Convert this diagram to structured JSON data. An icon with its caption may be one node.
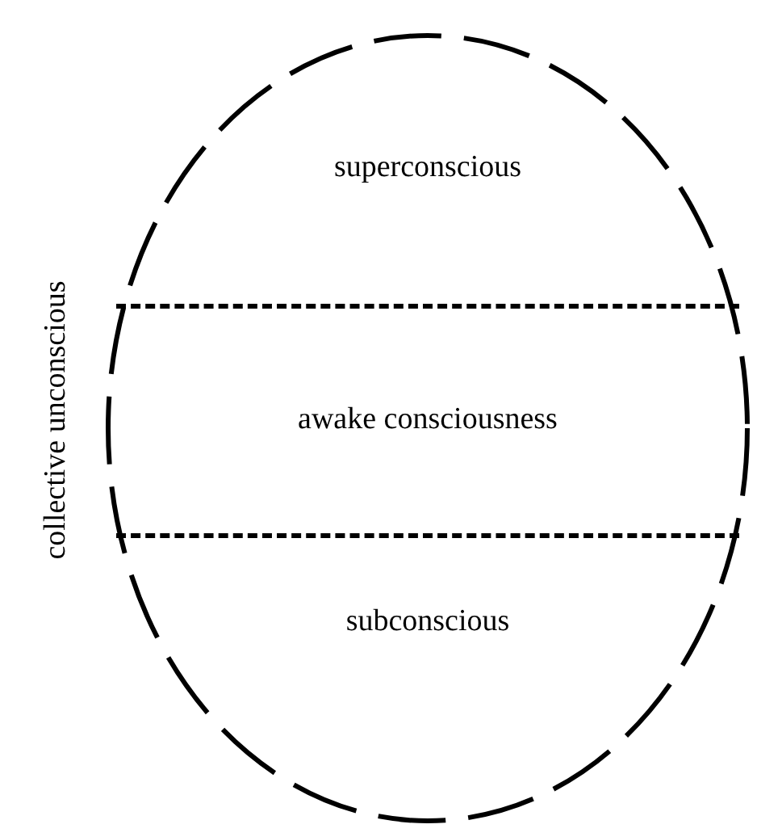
{
  "diagram": {
    "nodes": [
      {
        "text": [
          "collective unconscious"
        ]
      },
      {
        "text": [
          "superconscious"
        ],
        "in": 0
      },
      {
        "text": [
          "awake consciousness"
        ],
        "in": 0
      },
      {
        "text": [
          "subconscious"
        ],
        "in": 0
      }
    ]
  }
}
